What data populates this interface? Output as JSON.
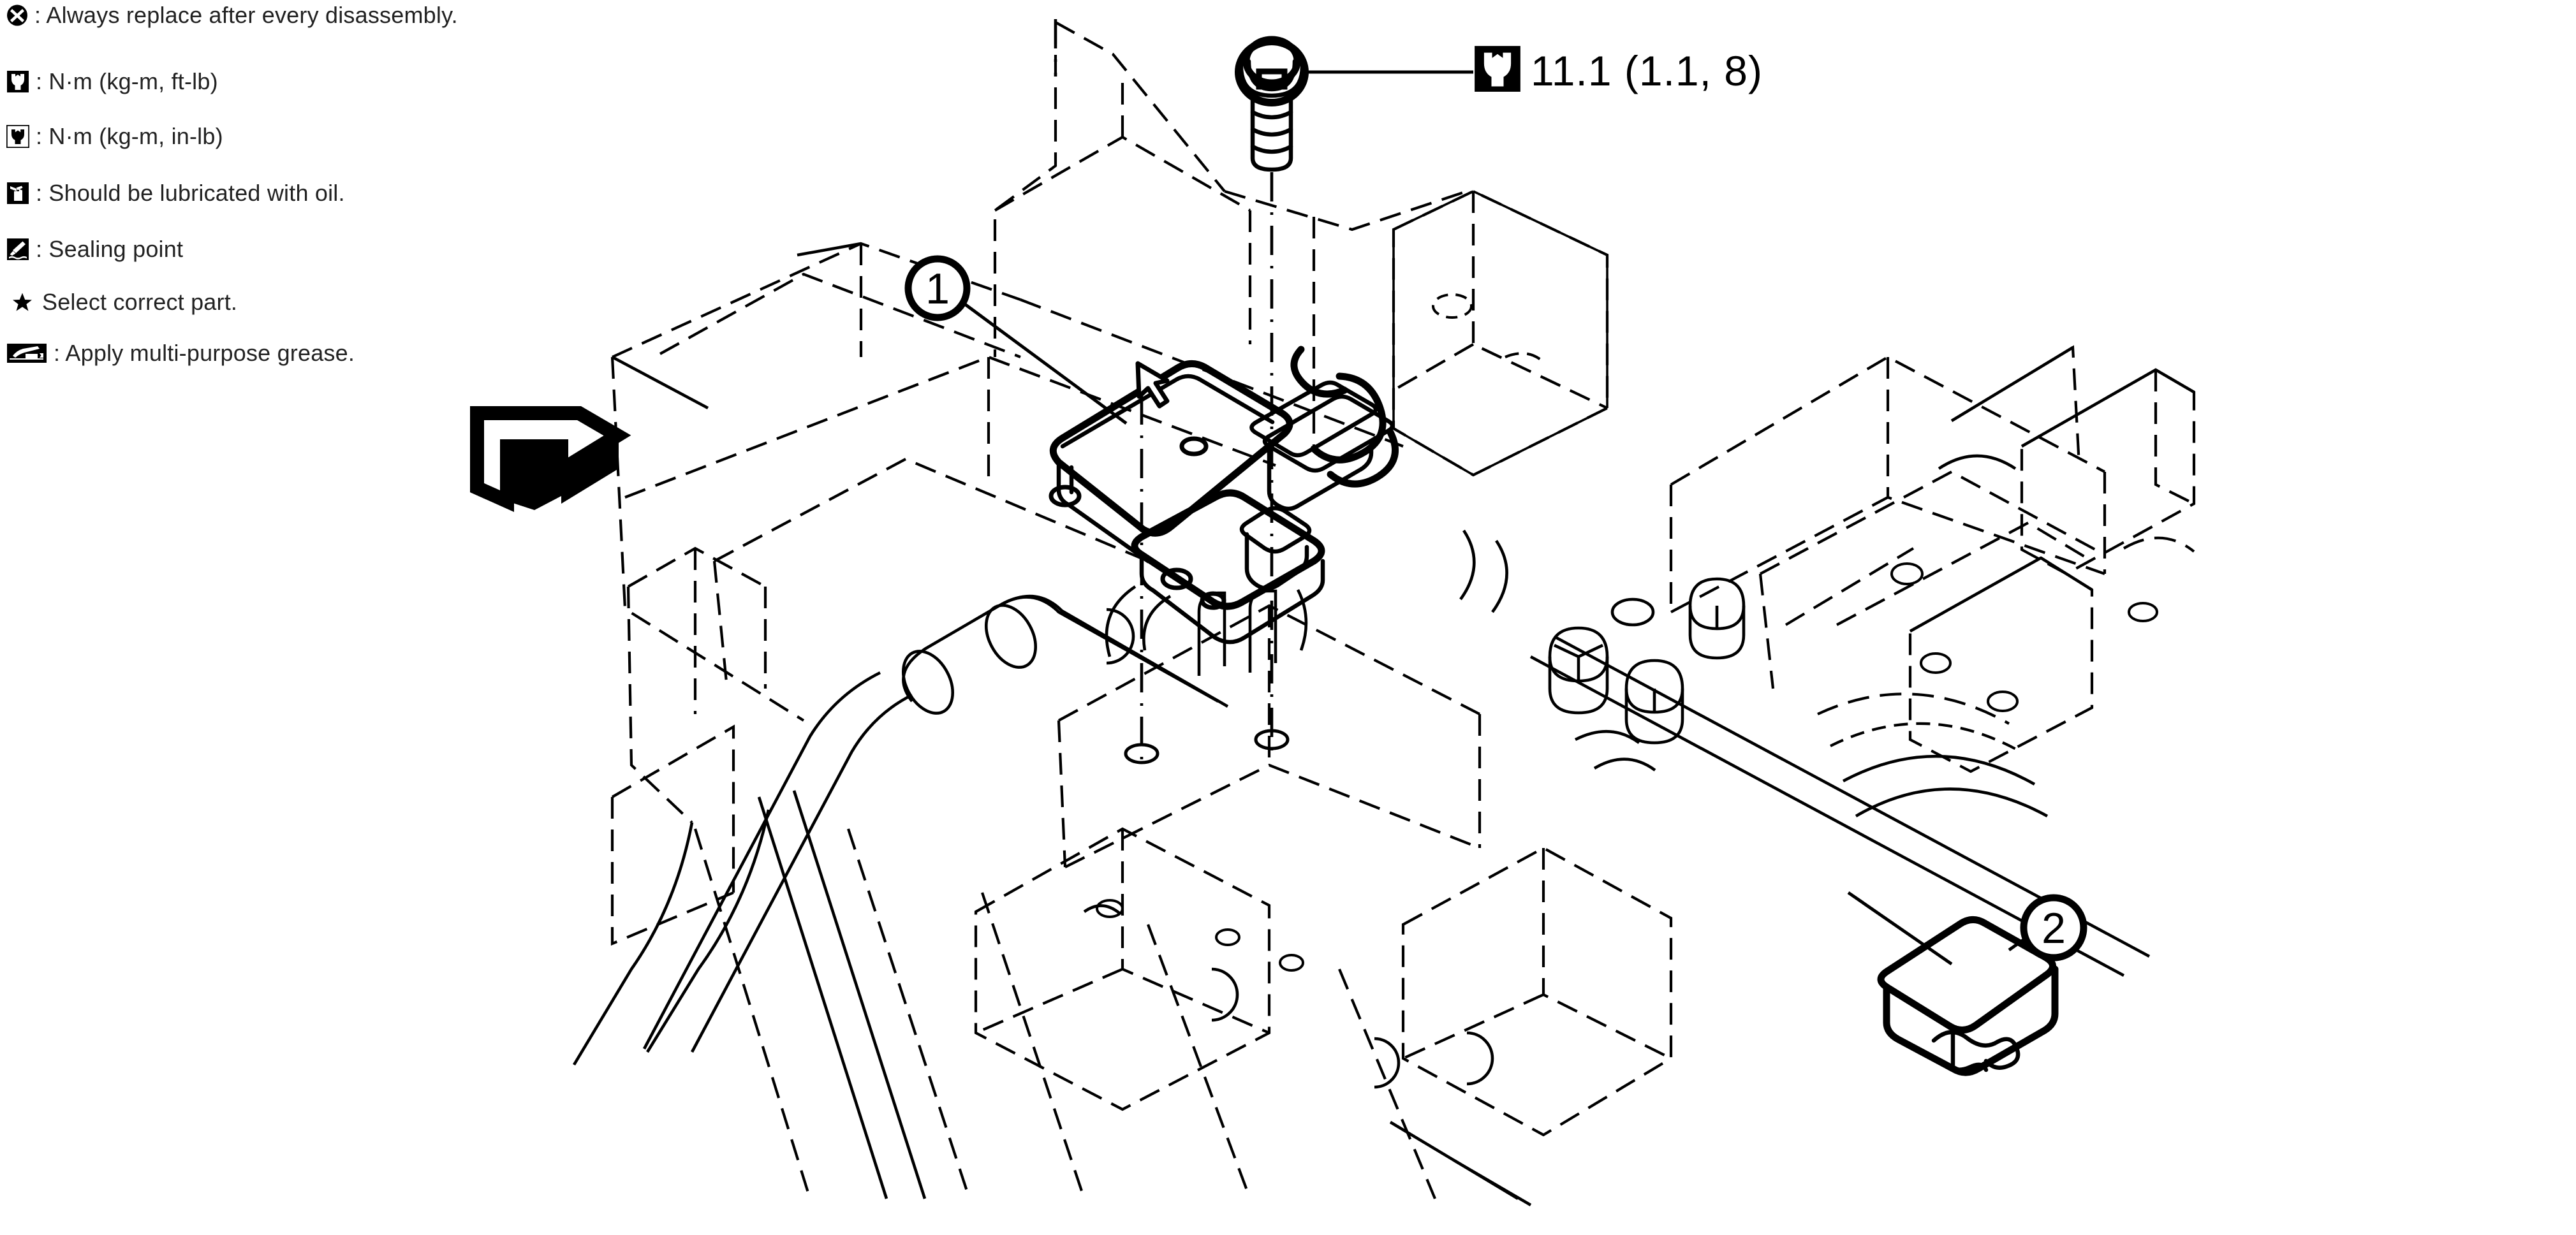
{
  "legend": {
    "items": [
      {
        "icon": "replace-after-disassembly-icon",
        "text": ": Always replace after every disassembly."
      },
      {
        "icon": "torque-wrench-ftlb-icon",
        "text": ": N·m (kg-m, ft-lb)"
      },
      {
        "icon": "torque-wrench-inlb-icon",
        "text": ": N·m (kg-m, in-lb)"
      },
      {
        "icon": "oil-lubricate-icon",
        "text": ": Should be lubricated with oil."
      },
      {
        "icon": "sealing-point-icon",
        "text": ": Sealing point"
      },
      {
        "icon": "star-icon",
        "text": "Select correct part."
      },
      {
        "icon": "multi-purpose-grease-icon",
        "text": ": Apply multi-purpose grease."
      }
    ]
  },
  "torque_callout": {
    "icon": "torque-wrench-ftlb-icon",
    "value": "11.1 (1.1, 8)"
  },
  "callouts": [
    {
      "number": "1",
      "name": "part-callout-1"
    },
    {
      "number": "2",
      "name": "part-callout-2"
    }
  ],
  "colors": {
    "ink": "#000000",
    "text": "#222222",
    "background": "#ffffff"
  }
}
